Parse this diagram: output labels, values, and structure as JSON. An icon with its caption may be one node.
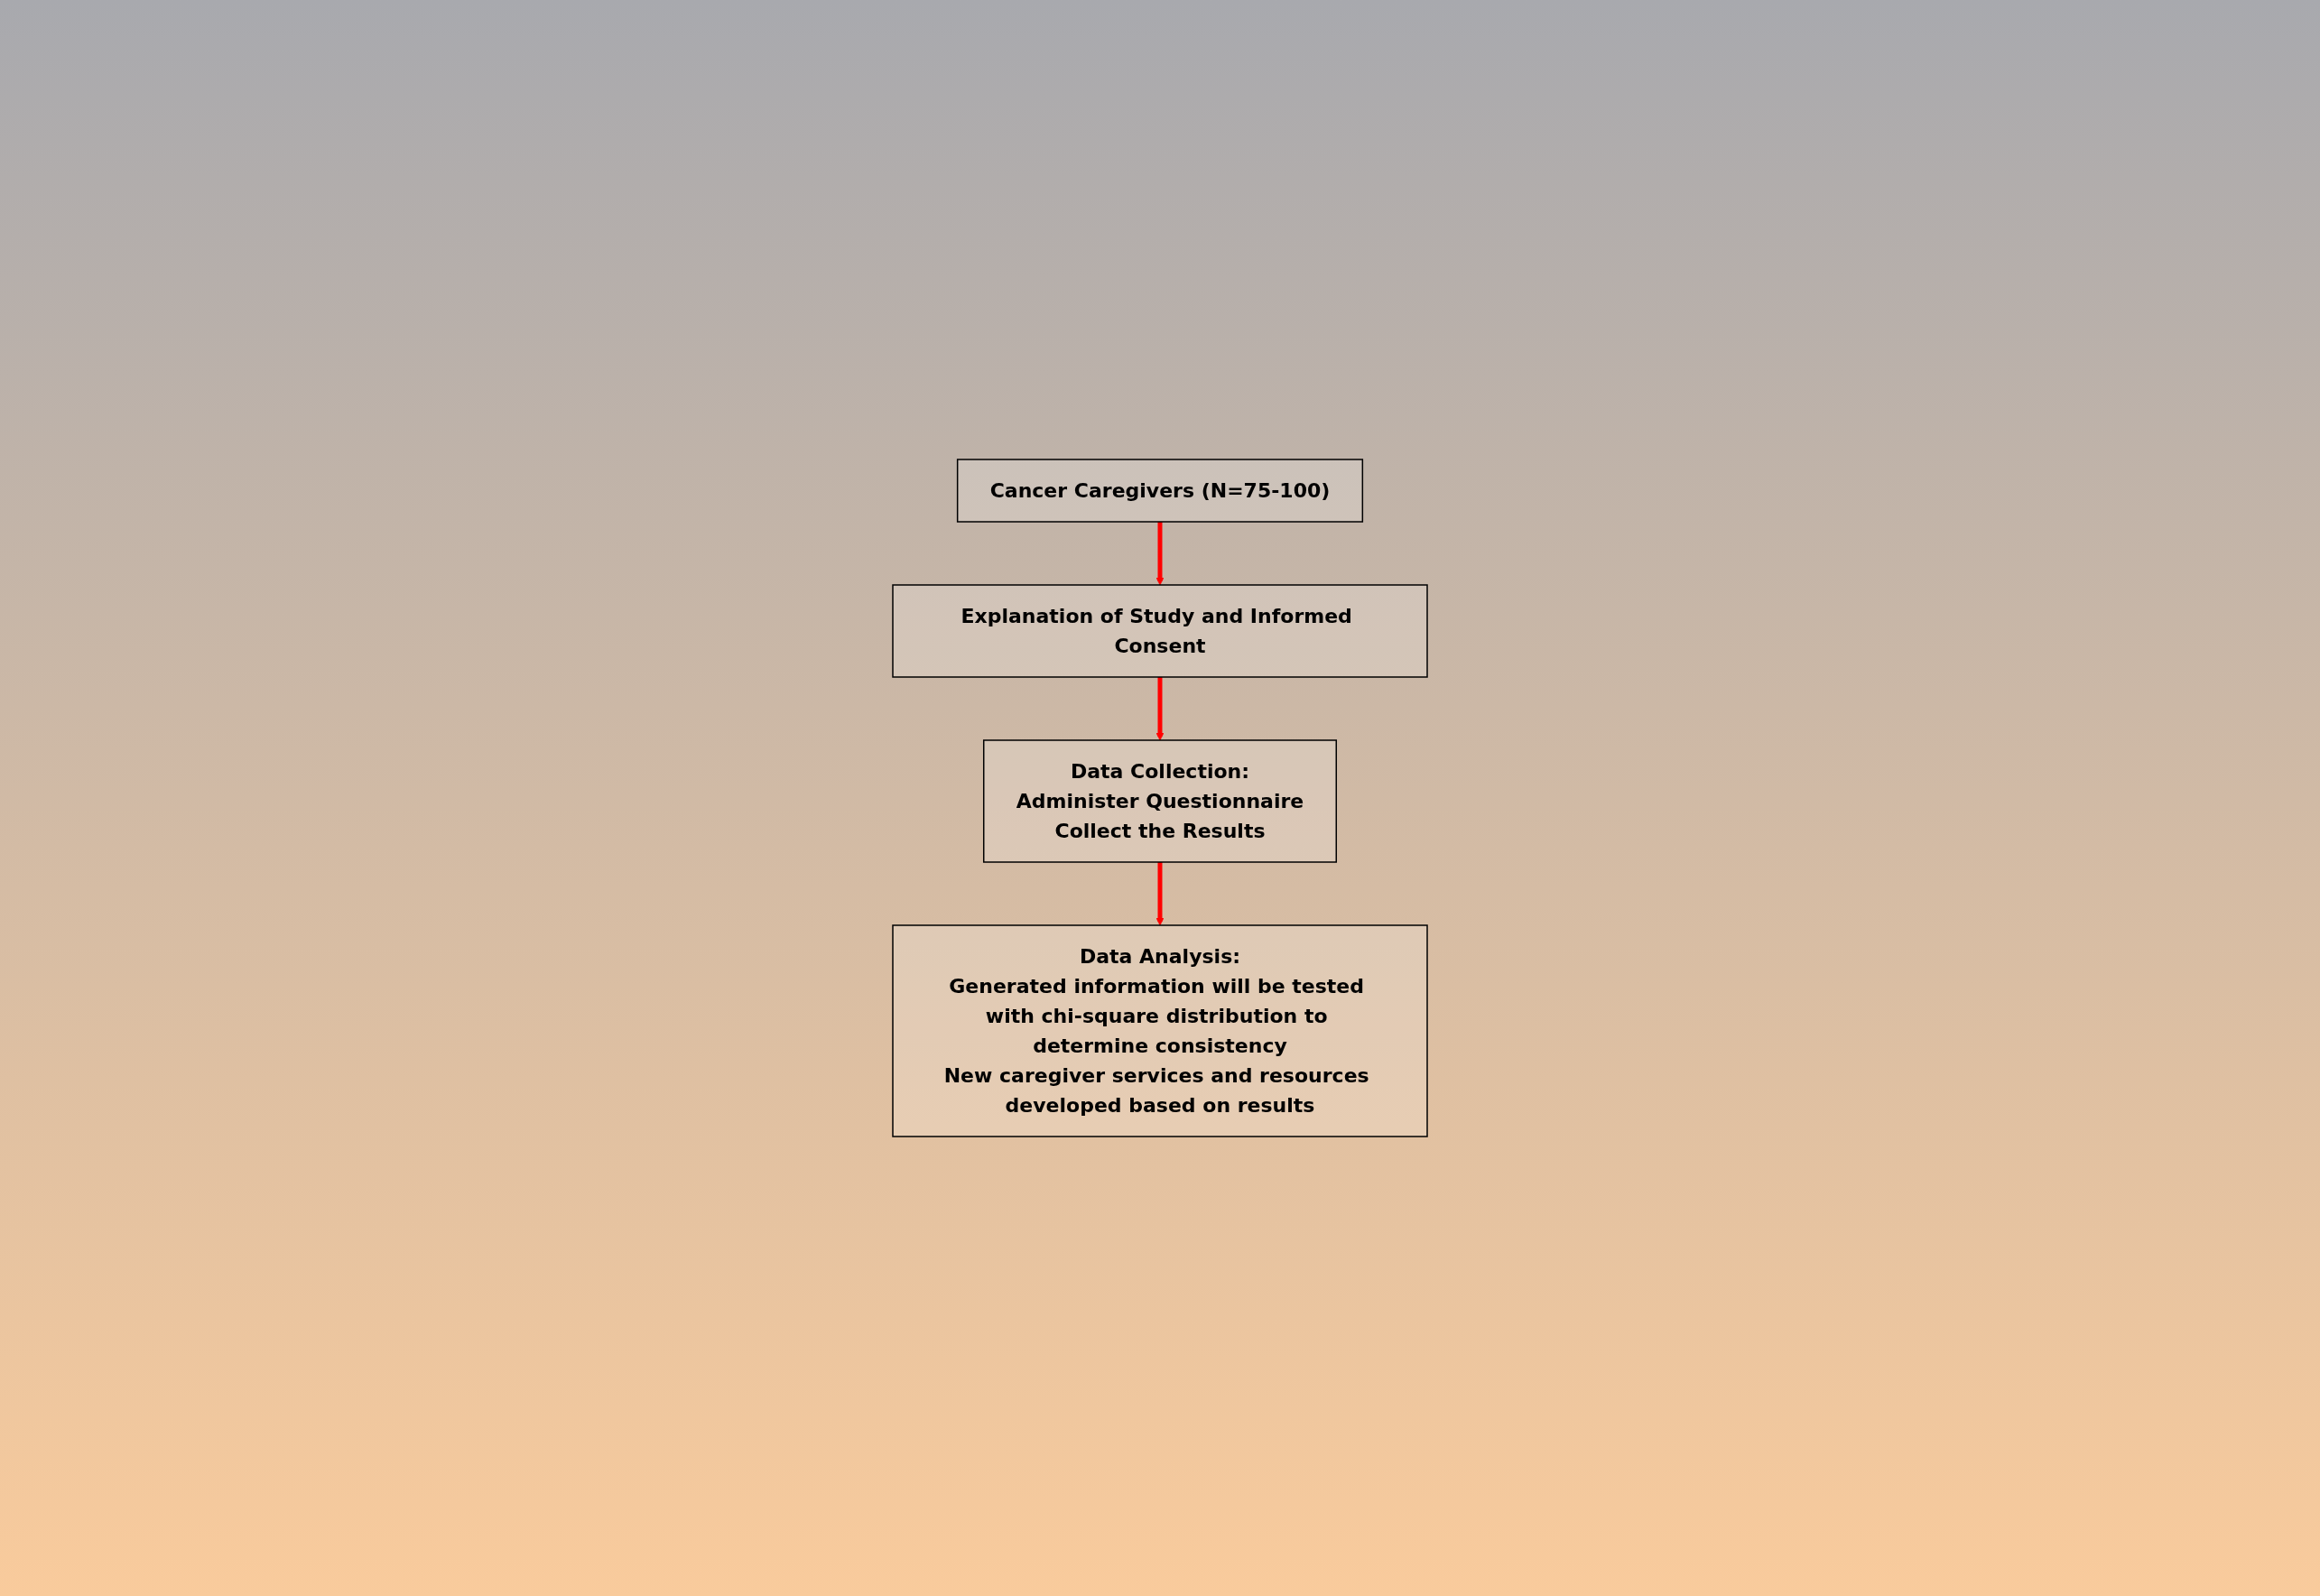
{
  "diagram": {
    "nodes": [
      {
        "text": [
          "Cancer Caregivers (N=75-100)"
        ]
      },
      {
        "text": [
          "Explanation of Study and Informed Consent"
        ]
      },
      {
        "text": [
          "Data Collection:",
          "Administer Questionnaire",
          "Collect the Results"
        ]
      },
      {
        "text": [
          "Data Analysis:",
          "Generated information will be tested with chi-square distribution to determine consistency",
          "New caregiver services and resources developed based on results"
        ]
      }
    ],
    "edges": [
      {
        "from": 0,
        "to": 1,
        "arrow": "to"
      },
      {
        "from": 1,
        "to": 2,
        "arrow": "to"
      },
      {
        "from": 2,
        "to": 3,
        "arrow": "to"
      }
    ]
  }
}
